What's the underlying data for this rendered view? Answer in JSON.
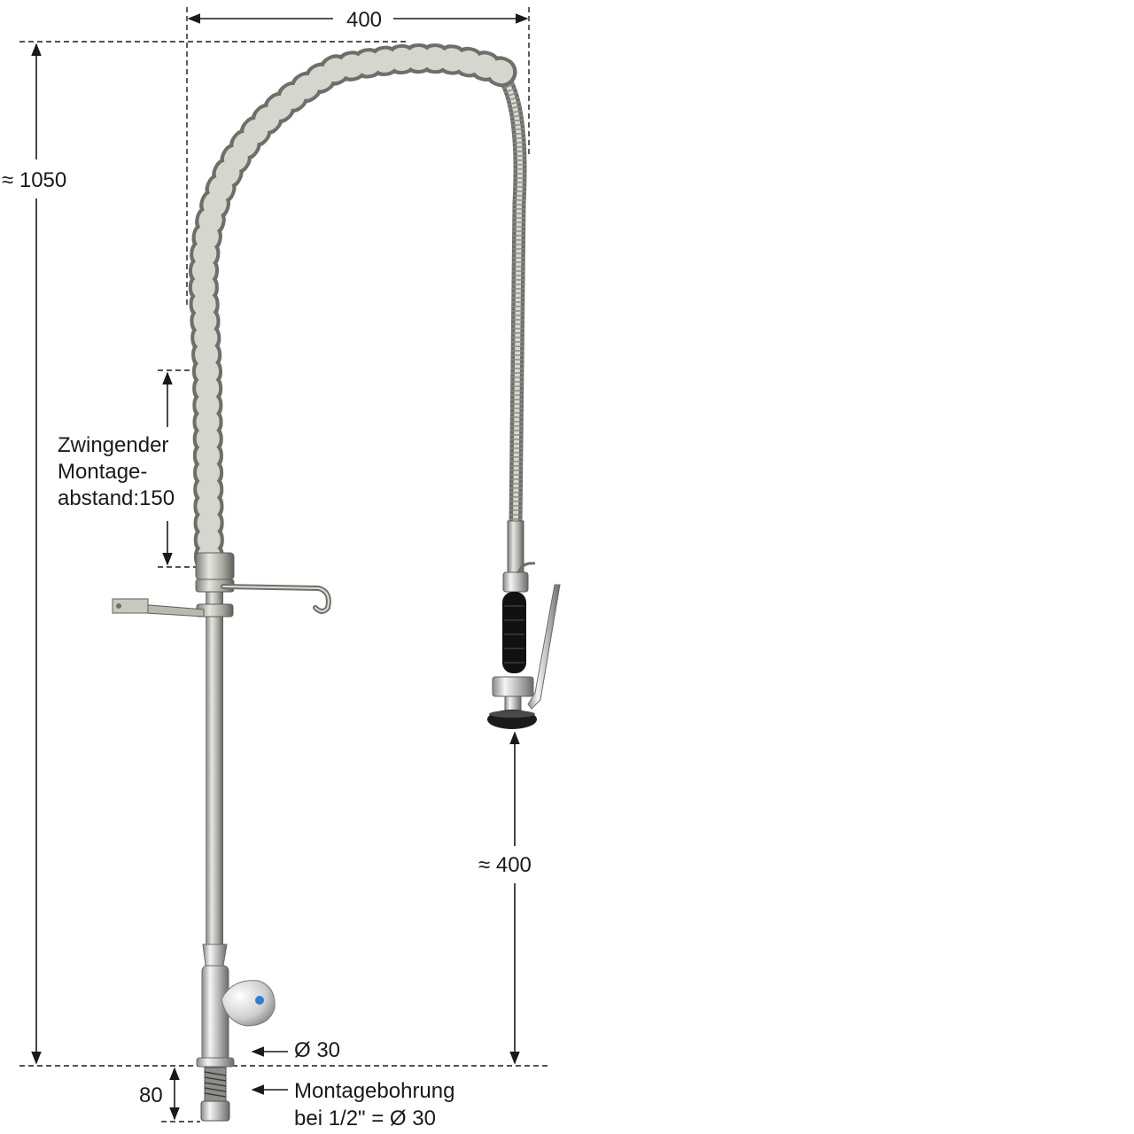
{
  "dimensions": {
    "width_top": "400",
    "height_total": "≈ 1050",
    "spray_height": "≈ 400",
    "pipe_diameter": "Ø 30",
    "thread_length": "80"
  },
  "notes": {
    "mounting_distance": [
      "Zwingender",
      "Montage-",
      "abstand:150"
    ],
    "mounting_hole": [
      "Montagebohrung",
      "bei 1/2\" = Ø 30"
    ]
  },
  "colors": {
    "steel": "#b9b9b2",
    "steel_dark": "#6f6f6a",
    "chrome": "#d8d8d8",
    "grip": "#111111",
    "knob_dot": "#2f7fd0",
    "line": "#1a1a1a"
  }
}
